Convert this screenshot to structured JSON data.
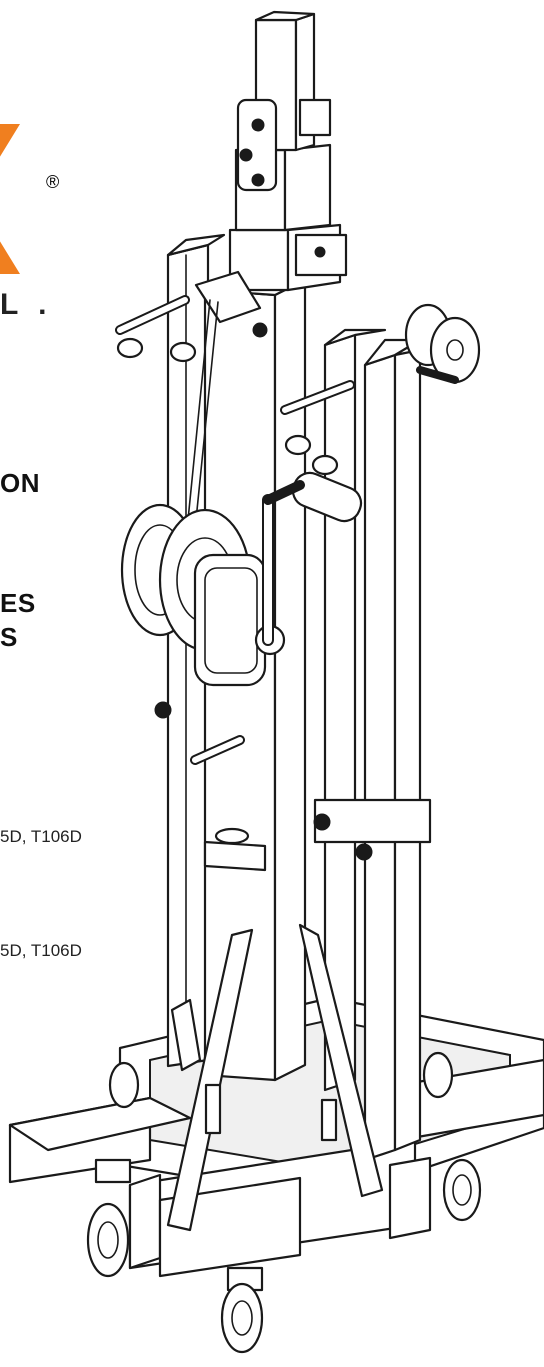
{
  "brand": {
    "logo_visible_letter": "K",
    "registered_mark": "®",
    "logo_subtext": "L .",
    "logo_color": "#f07f1f"
  },
  "document": {
    "heading_fragment_1": "ON",
    "heading_fragment_2": "ES",
    "heading_fragment_3": "S",
    "model_line_1": "5D, T106D",
    "model_line_2": "5D, T106D"
  },
  "illustration": {
    "subject": "telescopic lifting tower with winch, outriggers and castor wheels",
    "style": "black line art on white"
  }
}
